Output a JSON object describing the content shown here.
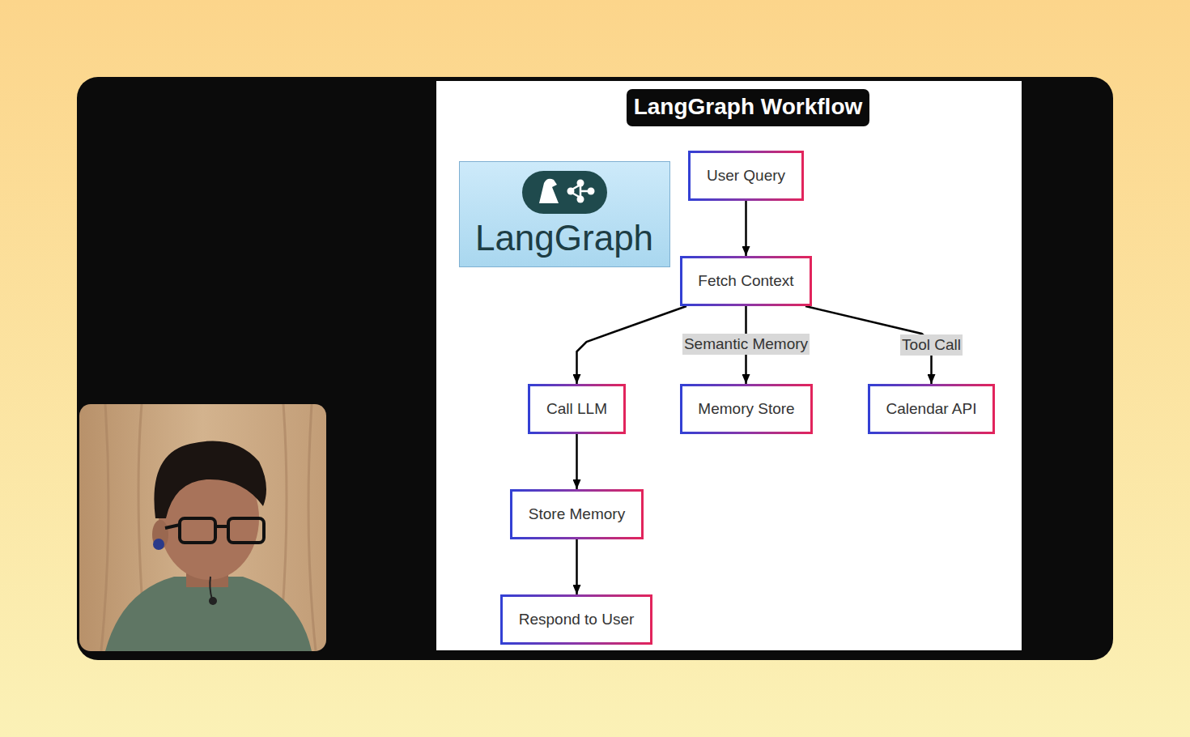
{
  "diagram": {
    "title": "LangGraph Workflow",
    "nodes": [
      {
        "text": [
          "LangGraph"
        ]
      },
      {
        "text": [
          "User Query"
        ]
      },
      {
        "text": [
          "Fetch Context"
        ]
      },
      {
        "text": [
          "Call LLM"
        ]
      },
      {
        "text": [
          "Memory Store"
        ]
      },
      {
        "text": [
          "Calendar API"
        ]
      },
      {
        "text": [
          "Store Memory"
        ]
      },
      {
        "text": [
          "Respond to User"
        ]
      }
    ],
    "edges": [
      {
        "from": 1,
        "to": 2,
        "arrow": "to"
      },
      {
        "from": 2,
        "to": 3,
        "arrow": "to"
      },
      {
        "from": 2,
        "to": 4,
        "label": "Semantic Memory",
        "arrow": "to"
      },
      {
        "from": 2,
        "to": 5,
        "label": "Tool Call",
        "arrow": "to"
      },
      {
        "from": 3,
        "to": 6,
        "arrow": "to"
      },
      {
        "from": 6,
        "to": 7,
        "arrow": "to"
      }
    ]
  }
}
